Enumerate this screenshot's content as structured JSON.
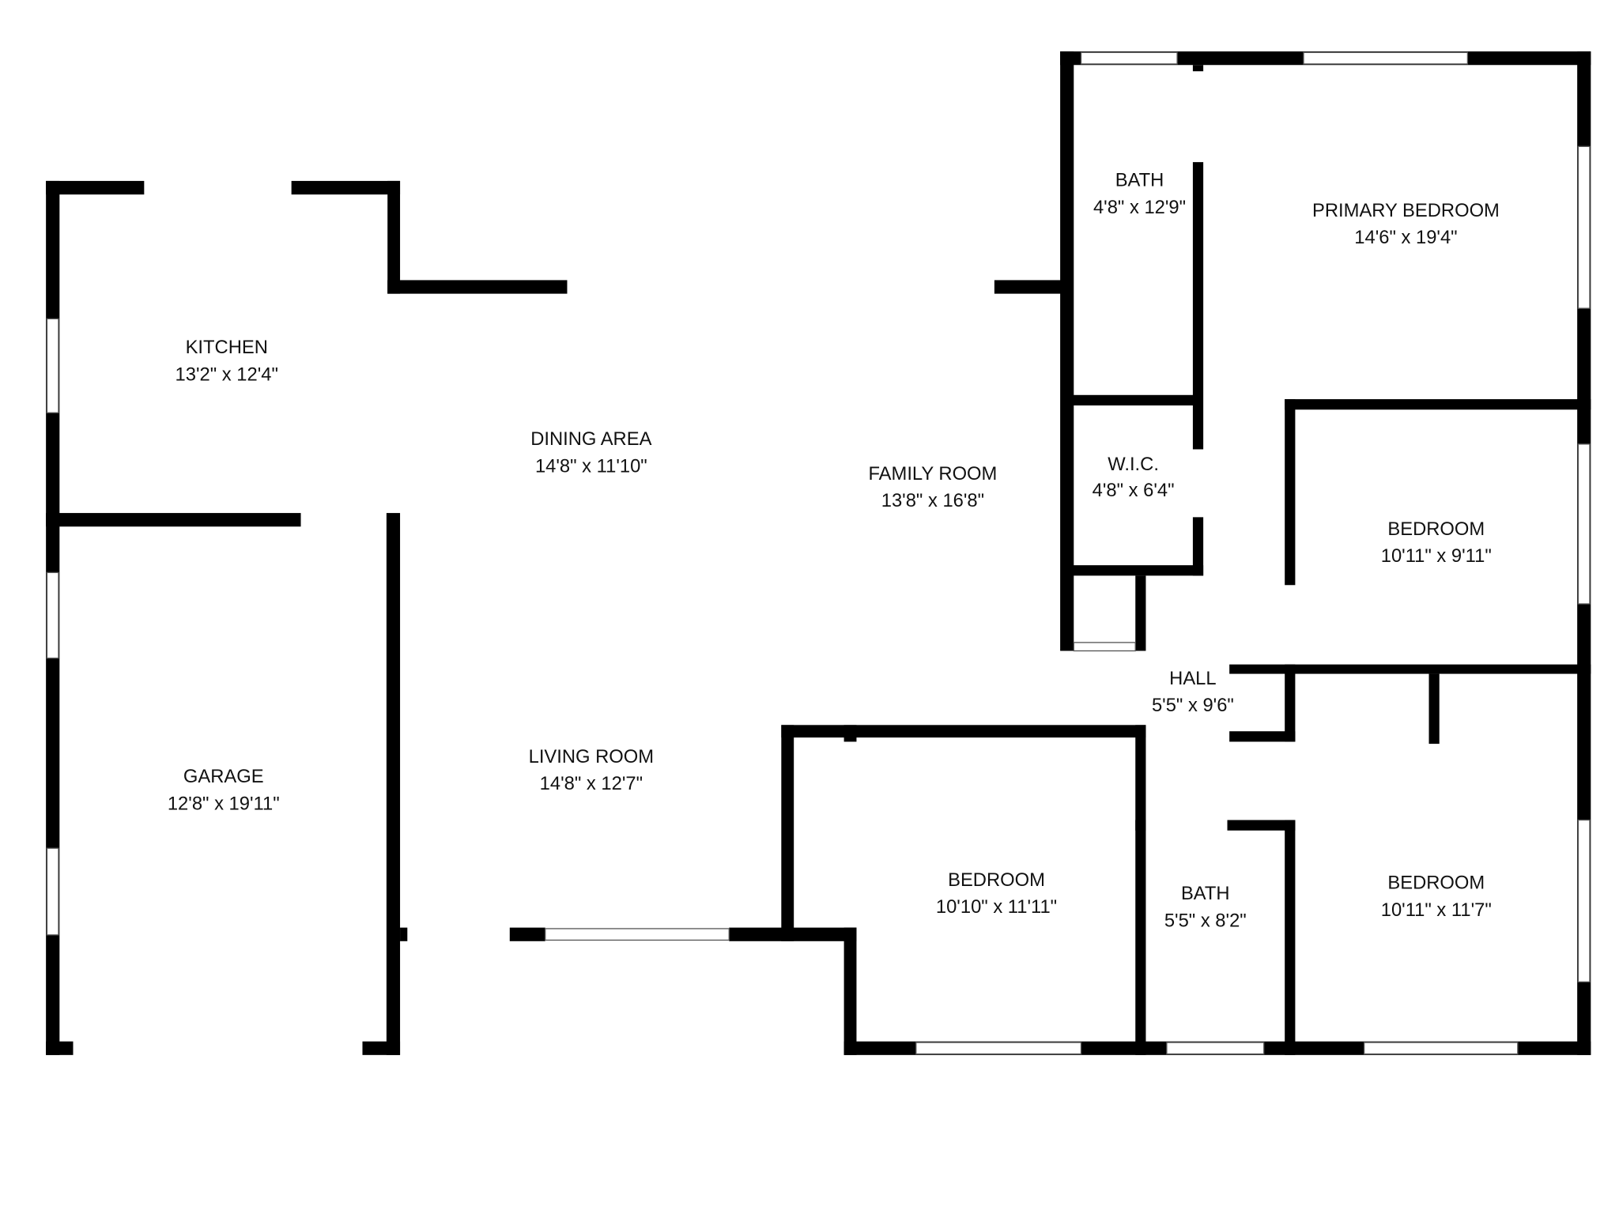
{
  "rooms": [
    {
      "name": "KITCHEN",
      "size": "13'2\" x 12'4\""
    },
    {
      "name": "DINING AREA",
      "size": "14'8\" x 11'10\""
    },
    {
      "name": "FAMILY ROOM",
      "size": "13'8\" x 16'8\""
    },
    {
      "name": "BATH",
      "size": "4'8\" x 12'9\""
    },
    {
      "name": "PRIMARY BEDROOM",
      "size": "14'6\" x 19'4\""
    },
    {
      "name": "W.I.C.",
      "size": "4'8\" x 6'4\""
    },
    {
      "name": "BEDROOM",
      "size": "10'11\" x 9'11\""
    },
    {
      "name": "GARAGE",
      "size": "12'8\" x 19'11\""
    },
    {
      "name": "LIVING ROOM",
      "size": "14'8\" x 12'7\""
    },
    {
      "name": "HALL",
      "size": "5'5\" x 9'6\""
    },
    {
      "name": "BEDROOM",
      "size": "10'10\" x 11'11\""
    },
    {
      "name": "BATH",
      "size": "5'5\" x 8'2\""
    },
    {
      "name": "BEDROOM",
      "size": "10'11\" x 11'7\""
    }
  ]
}
